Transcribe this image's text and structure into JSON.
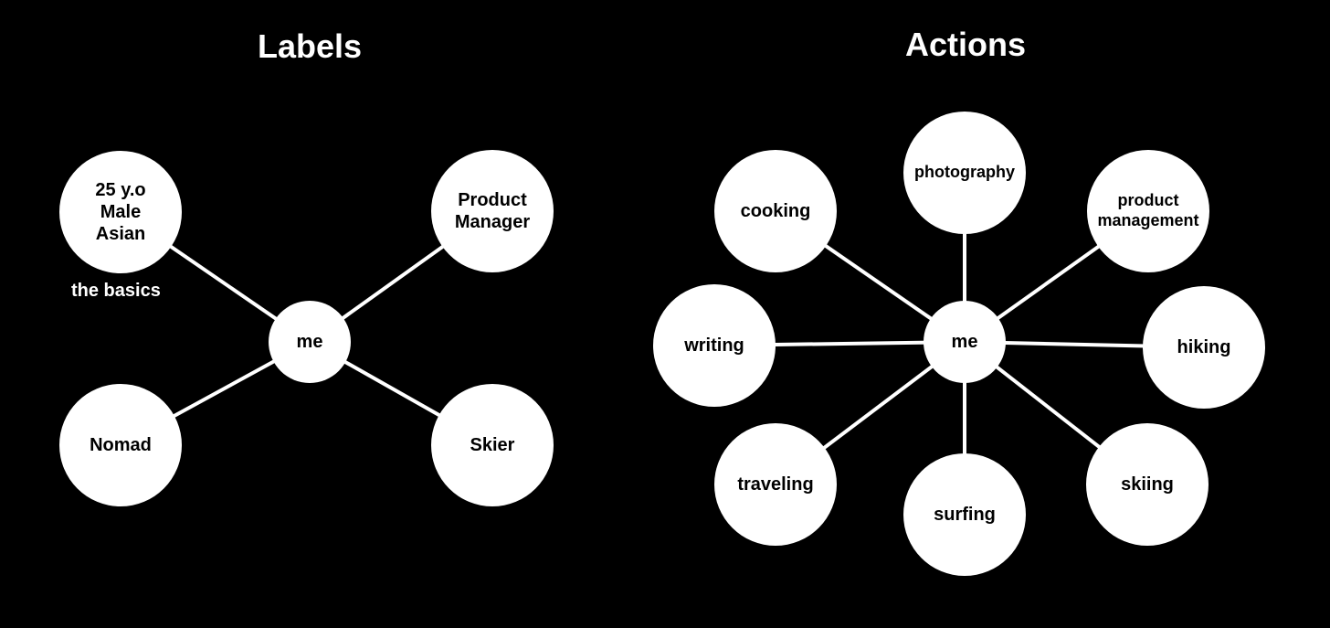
{
  "colors": {
    "background": "#000000",
    "node_fill": "#ffffff",
    "node_text": "#000000",
    "edge": "#ffffff",
    "title_text": "#ffffff"
  },
  "labels": {
    "title": "Labels",
    "caption": "the basics",
    "center": "me",
    "nodes": [
      {
        "id": "basics",
        "label": "25 y.o\nMale\nAsian"
      },
      {
        "id": "product-manager",
        "label": "Product\nManager"
      },
      {
        "id": "nomad",
        "label": "Nomad"
      },
      {
        "id": "skier",
        "label": "Skier"
      }
    ]
  },
  "actions": {
    "title": "Actions",
    "center": "me",
    "nodes": [
      {
        "id": "photography",
        "label": "photography"
      },
      {
        "id": "cooking",
        "label": "cooking"
      },
      {
        "id": "product-management",
        "label": "product\nmanagement"
      },
      {
        "id": "writing",
        "label": "writing"
      },
      {
        "id": "hiking",
        "label": "hiking"
      },
      {
        "id": "traveling",
        "label": "traveling"
      },
      {
        "id": "skiing",
        "label": "skiing"
      },
      {
        "id": "surfing",
        "label": "surfing"
      }
    ]
  }
}
